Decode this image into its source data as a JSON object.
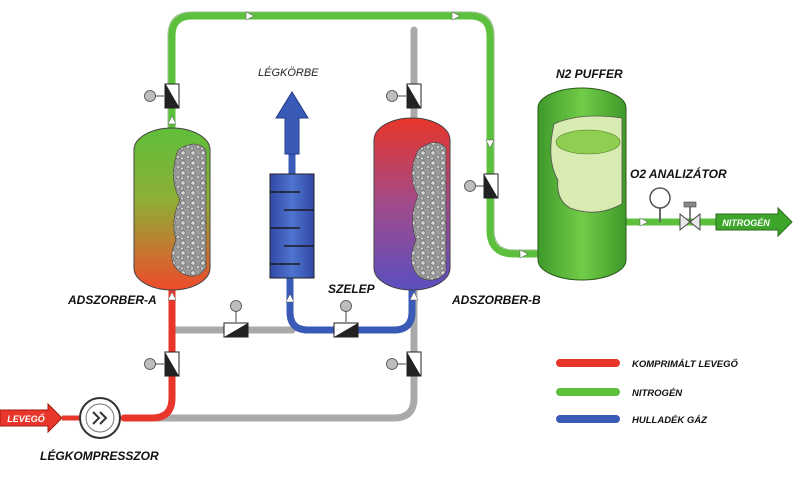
{
  "labels": {
    "adszorber_a": "ADSZORBER-A",
    "adszorber_b": "ADSZORBER-B",
    "n2_puffer": "N2 PUFFER",
    "o2_analizator": "O2 ANALIZÁTOR",
    "legkorbe": "LÉGKÖRBE",
    "szelep": "SZELEP",
    "legkompresszor": "LÉGKOMPRESSZOR",
    "levego_in": "LEVEGŐ",
    "nitrogen_out": "NITROGÉN"
  },
  "legend": [
    {
      "label": "KOMPRIMÁLT LEVEGŐ",
      "color": "#e8362a"
    },
    {
      "label": "NITROGÉN",
      "color": "#5dc03c"
    },
    {
      "label": "HULLADÉK GÁZ",
      "color": "#3a5ab8"
    }
  ],
  "colors": {
    "air": "#e8362a",
    "nitrogen": "#5dc03c",
    "waste": "#3a5ab8",
    "grey_pipe": "#bdbdbd",
    "dark_green": "#2f7a1f"
  }
}
